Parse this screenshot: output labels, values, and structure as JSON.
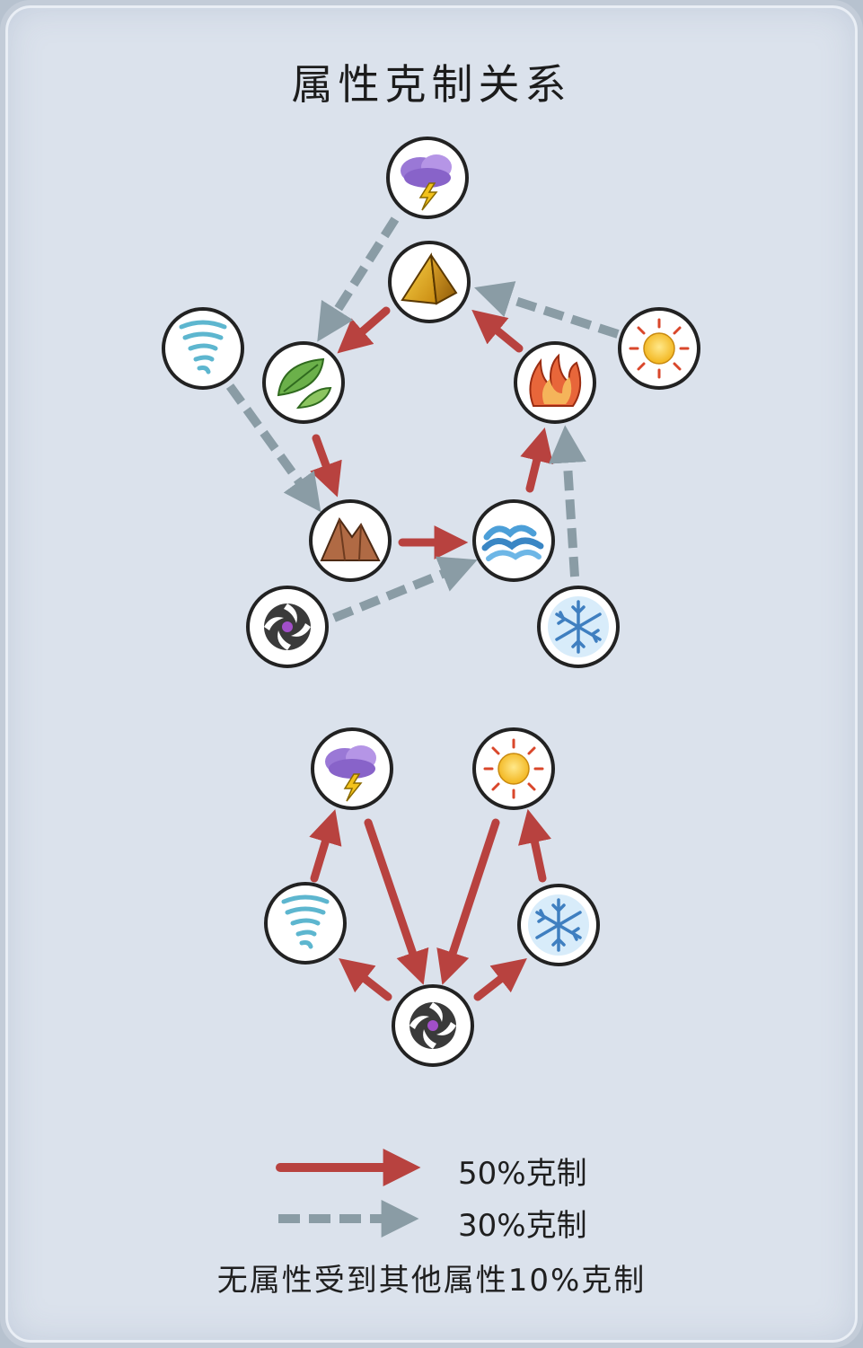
{
  "title": "属性克制关系",
  "icons": {
    "thunder": "thunder-cloud-icon",
    "earth": "golden-pyramid-icon",
    "wind": "tornado-icon",
    "wood": "leaf-icon",
    "fire": "flame-icon",
    "light": "sun-icon",
    "mountain": "mountain-icon",
    "water": "wave-icon",
    "dark": "vortex-icon",
    "ice": "snowflake-icon"
  },
  "legend": {
    "strong_label": "50%克制",
    "weak_label": "30%克制"
  },
  "note": "无属性受到其他属性10%克制",
  "colors": {
    "strong_arrow": "#b8423f",
    "weak_arrow": "#8a9ca5",
    "background": "#dbe2ec"
  }
}
